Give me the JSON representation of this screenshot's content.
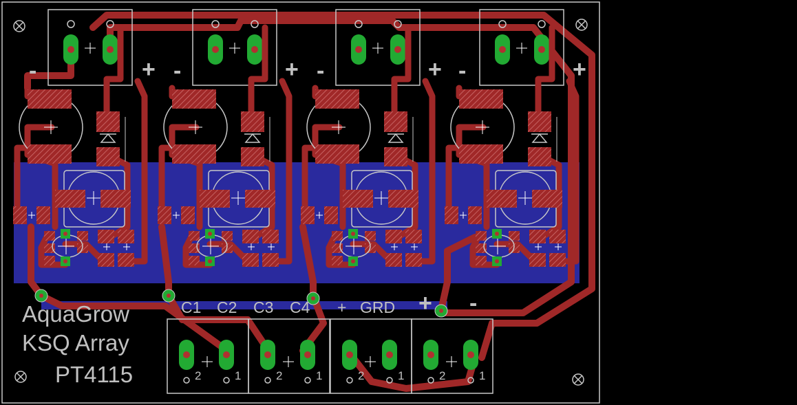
{
  "board": {
    "text_lines": [
      "AquaGrow",
      "KSQ Array",
      "PT4115"
    ],
    "connector_labels": [
      "C1",
      "C2",
      "C3",
      "C4",
      "+",
      "GRD"
    ],
    "pin_numbers": [
      "2",
      "1"
    ],
    "polarity": {
      "plus": "+",
      "minus": "-"
    }
  },
  "colors": {
    "background": "#000000",
    "outline": "#c8c8c8",
    "trace": "#a02828",
    "pad": "#b03030",
    "via_ring": "#22aa33",
    "bottom_copper": "#2a2a9e",
    "silkscreen": "#c0c0c0"
  },
  "icons": [
    "mounting-hole-icon",
    "via-icon",
    "diode-symbol-icon",
    "capacitor-outline-icon",
    "inductor-outline-icon"
  ]
}
